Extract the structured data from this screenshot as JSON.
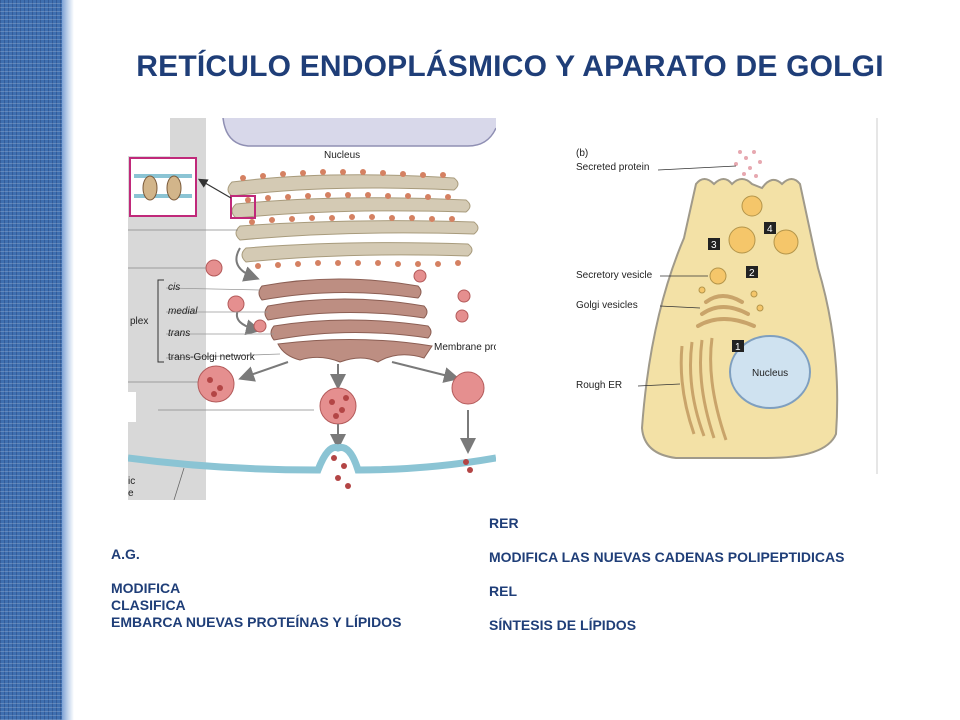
{
  "slide": {
    "title": "RETÍCULO ENDOPLÁSMICO Y APARATO DE GOLGI"
  },
  "left_figure": {
    "labels": {
      "nucleus": "Nucleus",
      "cis": "cis",
      "medial": "medial",
      "trans": "trans",
      "trans_golgi": "trans-Golgi network",
      "complex_frag": "plex",
      "membrane_protein": "Membrane protein",
      "plasma_frag_1": "ic",
      "plasma_frag_2": "e"
    }
  },
  "right_figure": {
    "panel": "(b)",
    "labels": {
      "secreted_protein": "Secreted protein",
      "secretory_vesicle": "Secretory vesicle",
      "golgi_vesicles": "Golgi vesicles",
      "rough_er": "Rough ER",
      "nucleus": "Nucleus"
    },
    "steps": [
      "1",
      "2",
      "3",
      "4"
    ]
  },
  "ag": {
    "heading": "A.G.",
    "items": [
      "MODIFICA",
      "CLASIFICA",
      "EMBARCA NUEVAS PROTEÍNAS Y LÍPIDOS"
    ]
  },
  "er": {
    "rer_heading": "RER",
    "rer_text": "MODIFICA LAS NUEVAS CADENAS POLIPEPTIDICAS",
    "rel_heading": "REL",
    "rel_text": "SÍNTESIS DE LÍPIDOS"
  },
  "colors": {
    "title": "#1f3e78",
    "band": "#3f6fb0",
    "er_membrane": "#d4cab4",
    "ribosome": "#d58162",
    "golgi": "#bd8e82",
    "vesicle": "#e58f8f",
    "nucleus": "#d8d8ea",
    "cell": "#f3e1a6"
  }
}
